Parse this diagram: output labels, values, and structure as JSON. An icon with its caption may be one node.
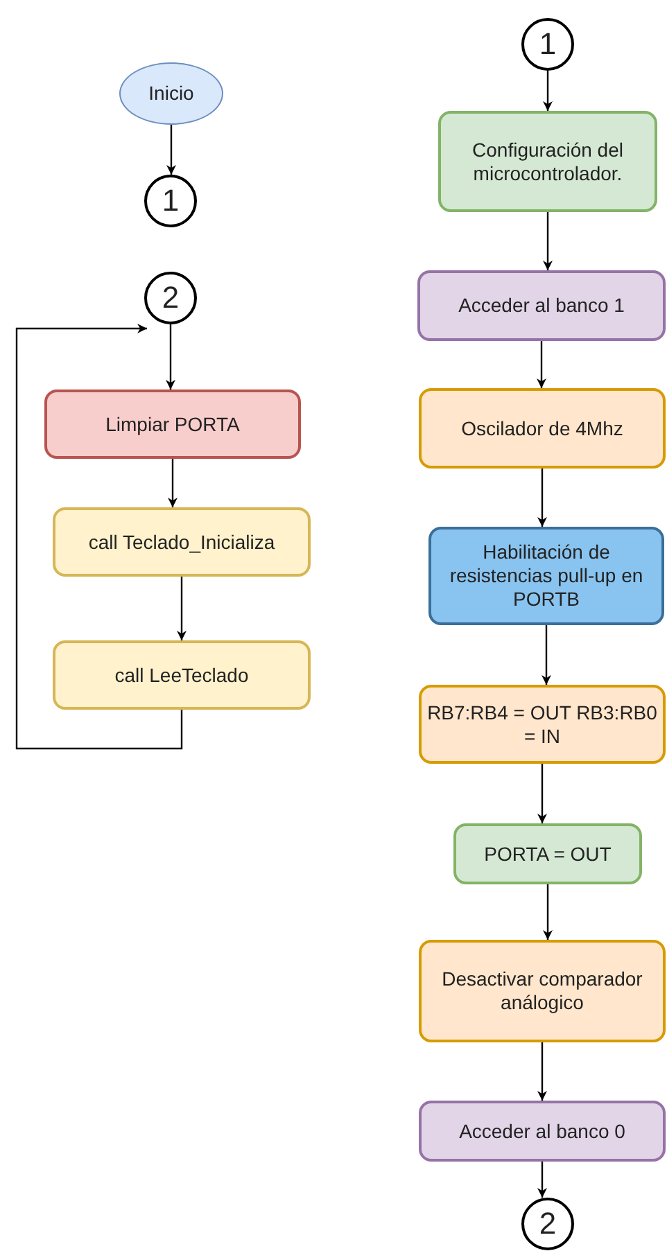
{
  "diagram": {
    "nodes": [
      {
        "text": [
          "Inicio"
        ]
      },
      {
        "text": [
          "1"
        ]
      },
      {
        "text": [
          "2"
        ]
      },
      {
        "text": [
          "Limpiar PORTA"
        ]
      },
      {
        "text": [
          "call Teclado_Inicializa"
        ]
      },
      {
        "text": [
          "call LeeTeclado"
        ]
      },
      {
        "text": [
          "1"
        ]
      },
      {
        "text": [
          "Configuración del microcontrolador."
        ]
      },
      {
        "text": [
          "Acceder al banco 1"
        ]
      },
      {
        "text": [
          "Oscilador de 4Mhz"
        ]
      },
      {
        "text": [
          "Habilitación de resistencias pull-up en PORTB"
        ]
      },
      {
        "text": [
          "RB7:RB4 = OUT RB3:RB0 = IN"
        ]
      },
      {
        "text": [
          "PORTA = OUT"
        ]
      },
      {
        "text": [
          "Desactivar comparador análogico"
        ]
      },
      {
        "text": [
          "Acceder al banco 0"
        ]
      },
      {
        "text": [
          "2"
        ]
      }
    ],
    "edges": [
      {
        "from": 0,
        "to": 1,
        "arrow": "to"
      },
      {
        "from": 2,
        "to": 3,
        "arrow": "to"
      },
      {
        "from": 3,
        "to": 4,
        "arrow": "to"
      },
      {
        "from": 4,
        "to": 5,
        "arrow": "to"
      },
      {
        "from": 5,
        "to": 2,
        "arrow": "to"
      },
      {
        "from": 6,
        "to": 7,
        "arrow": "to"
      },
      {
        "from": 7,
        "to": 8,
        "arrow": "to"
      },
      {
        "from": 8,
        "to": 9,
        "arrow": "to"
      },
      {
        "from": 9,
        "to": 10,
        "arrow": "to"
      },
      {
        "from": 10,
        "to": 11,
        "arrow": "to"
      },
      {
        "from": 11,
        "to": 12,
        "arrow": "to"
      },
      {
        "from": 12,
        "to": 13,
        "arrow": "to"
      },
      {
        "from": 13,
        "to": 14,
        "arrow": "to"
      },
      {
        "from": 14,
        "to": 15,
        "arrow": "to"
      }
    ]
  }
}
